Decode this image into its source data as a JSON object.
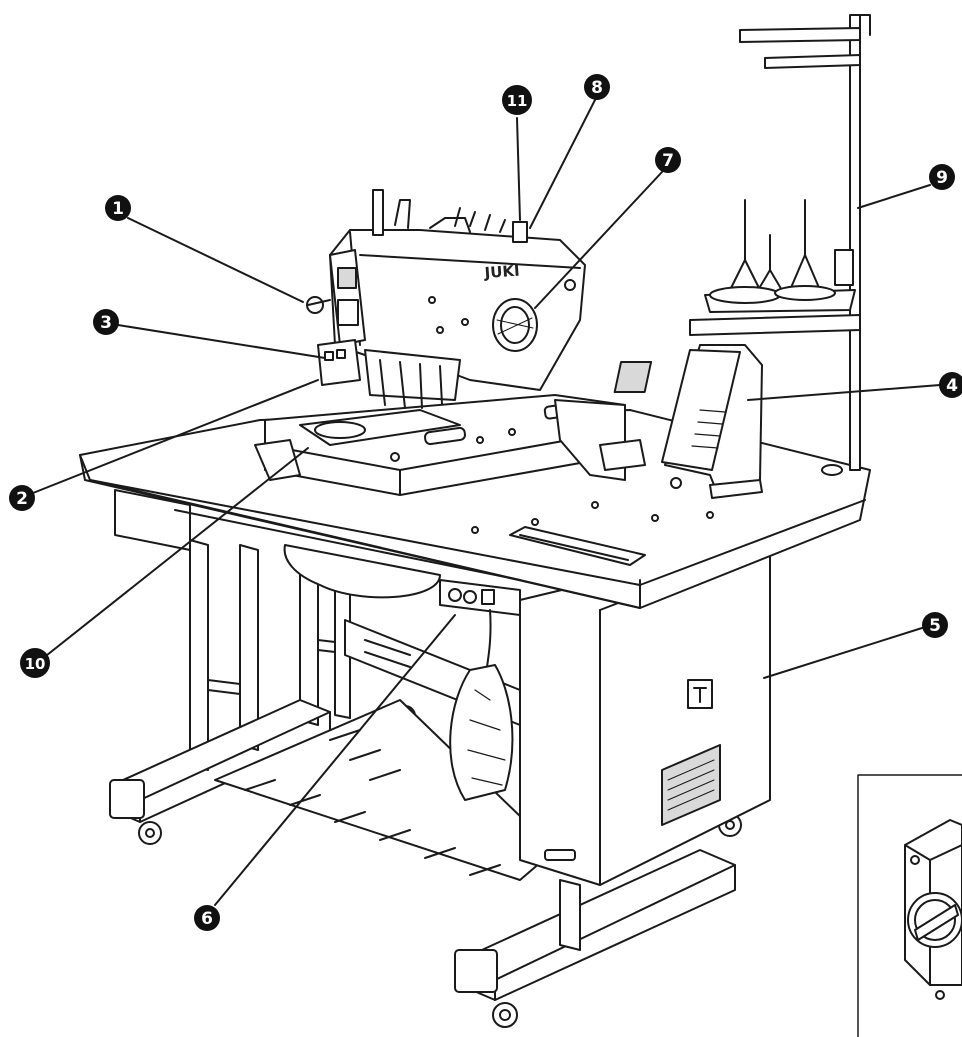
{
  "figure": {
    "brand_logo": "JUKI",
    "callouts": [
      {
        "id": "1",
        "label": "1"
      },
      {
        "id": "2",
        "label": "2"
      },
      {
        "id": "3",
        "label": "3"
      },
      {
        "id": "4",
        "label": "4"
      },
      {
        "id": "5",
        "label": "5"
      },
      {
        "id": "6",
        "label": "6"
      },
      {
        "id": "7",
        "label": "7"
      },
      {
        "id": "8",
        "label": "8"
      },
      {
        "id": "9",
        "label": "9"
      },
      {
        "id": "10",
        "label": "10"
      },
      {
        "id": "11",
        "label": "11"
      }
    ]
  },
  "colors": {
    "line": "#1a1a1a",
    "fill": "#ffffff",
    "shade": "#d9d9d9",
    "badge": "#111111"
  }
}
